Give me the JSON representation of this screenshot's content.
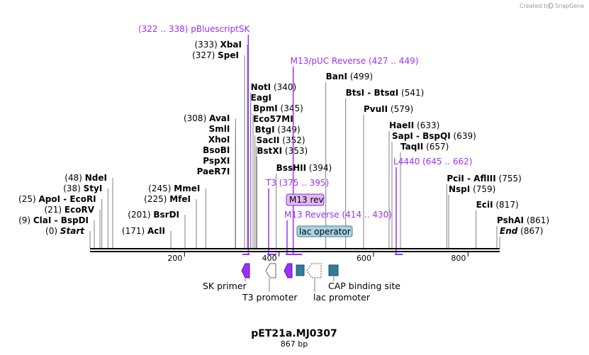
{
  "credit": {
    "text": "Created by",
    "brand": "SnapGene"
  },
  "title": "pET21a.MJ0307",
  "length": "867 bp",
  "scale": {
    "start": 0,
    "end": 867,
    "ticks": [
      "200",
      "400",
      "600",
      "800"
    ]
  },
  "colors": {
    "enzyme_line": "#777777",
    "primer": "#9b30ff",
    "backbone": "#000000",
    "feature_box": "#2e7d99"
  },
  "enzymes": [
    {
      "name": "Start",
      "pos": "(0)",
      "bp": 0,
      "italic": true,
      "side": "left"
    },
    {
      "name": "ClaI - BspDI",
      "pos": "(9)",
      "bp": 9,
      "side": "left"
    },
    {
      "name": "EcoRV",
      "pos": "(21)",
      "bp": 21,
      "side": "left"
    },
    {
      "name": "ApoI - EcoRI",
      "pos": "(25)",
      "bp": 25,
      "side": "left"
    },
    {
      "name": "StyI",
      "pos": "(38)",
      "bp": 38,
      "side": "left"
    },
    {
      "name": "NdeI",
      "pos": "(48)",
      "bp": 48,
      "side": "left"
    },
    {
      "name": "AclI",
      "pos": "(171)",
      "bp": 171,
      "side": "left"
    },
    {
      "name": "BsrDI",
      "pos": "(201)",
      "bp": 201,
      "side": "left"
    },
    {
      "name": "MfeI",
      "pos": "(225)",
      "bp": 225,
      "side": "left"
    },
    {
      "name": "MmeI",
      "pos": "(245)",
      "bp": 245,
      "side": "left"
    },
    {
      "name": "PaeR7I",
      "pos": "",
      "bp": 308,
      "side": "left"
    },
    {
      "name": "PspXI",
      "pos": "",
      "bp": 308,
      "side": "left"
    },
    {
      "name": "BsoBI",
      "pos": "",
      "bp": 308,
      "side": "left"
    },
    {
      "name": "XhoI",
      "pos": "",
      "bp": 308,
      "side": "left"
    },
    {
      "name": "SmlI",
      "pos": "",
      "bp": 308,
      "side": "left"
    },
    {
      "name": "AvaI",
      "pos": "(308)",
      "bp": 308,
      "side": "left"
    },
    {
      "name": "SpeI",
      "pos": "(327)",
      "bp": 327,
      "side": "left"
    },
    {
      "name": "XbaI",
      "pos": "(333)",
      "bp": 333,
      "side": "left"
    },
    {
      "name": "NotI",
      "pos": "(340)",
      "bp": 340,
      "side": "right"
    },
    {
      "name": "EagI",
      "pos": "",
      "bp": 340,
      "side": "right"
    },
    {
      "name": "BpmI",
      "pos": "(345)",
      "bp": 345,
      "side": "right"
    },
    {
      "name": "Eco57MI",
      "pos": "",
      "bp": 345,
      "side": "right"
    },
    {
      "name": "BtgI",
      "pos": "(349)",
      "bp": 349,
      "side": "right"
    },
    {
      "name": "SacII",
      "pos": "(352)",
      "bp": 352,
      "side": "right"
    },
    {
      "name": "BstXI",
      "pos": "(353)",
      "bp": 353,
      "side": "right"
    },
    {
      "name": "BssHII",
      "pos": "(394)",
      "bp": 394,
      "side": "right"
    },
    {
      "name": "BanI",
      "pos": "(499)",
      "bp": 499,
      "side": "right"
    },
    {
      "name": "BtsI - BtsαI",
      "pos": "(541)",
      "bp": 541,
      "side": "right"
    },
    {
      "name": "PvuII",
      "pos": "(579)",
      "bp": 579,
      "side": "right"
    },
    {
      "name": "HaeII",
      "pos": "(633)",
      "bp": 633,
      "side": "right"
    },
    {
      "name": "SapI - BspQI",
      "pos": "(639)",
      "bp": 639,
      "side": "right"
    },
    {
      "name": "TaqII",
      "pos": "(657)",
      "bp": 657,
      "side": "right"
    },
    {
      "name": "PciI - AflIII",
      "pos": "(755)",
      "bp": 755,
      "side": "right"
    },
    {
      "name": "NspI",
      "pos": "(759)",
      "bp": 759,
      "side": "right"
    },
    {
      "name": "EciI",
      "pos": "(817)",
      "bp": 817,
      "side": "right"
    },
    {
      "name": "PshAI",
      "pos": "(861)",
      "bp": 861,
      "side": "right"
    },
    {
      "name": "End",
      "pos": "(867)",
      "bp": 867,
      "italic": true,
      "side": "right"
    }
  ],
  "primers": [
    {
      "name": "pBluescriptSK",
      "range": "(322 .. 338)",
      "start": 322,
      "end": 338,
      "side": "left"
    },
    {
      "name": "M13/pUC Reverse",
      "range": "(427 .. 449)",
      "start": 427,
      "end": 449,
      "side": "right"
    },
    {
      "name": "T3",
      "range": "(375 .. 395)",
      "start": 375,
      "end": 395,
      "side": "right"
    },
    {
      "name": "M13 Reverse",
      "range": "(414 .. 430)",
      "start": 414,
      "end": 430,
      "side": "right"
    },
    {
      "name": "L4440",
      "range": "(645 .. 662)",
      "start": 645,
      "end": 662,
      "side": "right"
    }
  ],
  "badges": [
    {
      "name": "M13 rev",
      "style": "purple"
    },
    {
      "name": "lac operator",
      "style": "blue"
    }
  ],
  "features": [
    {
      "name": "SK primer",
      "type": "arrow-left-purple"
    },
    {
      "name": "T3 promoter",
      "type": "arrow-left-white"
    },
    {
      "name": "lac promoter",
      "type": "arrow-left-dotted"
    },
    {
      "name": "CAP binding site",
      "type": "box"
    }
  ]
}
